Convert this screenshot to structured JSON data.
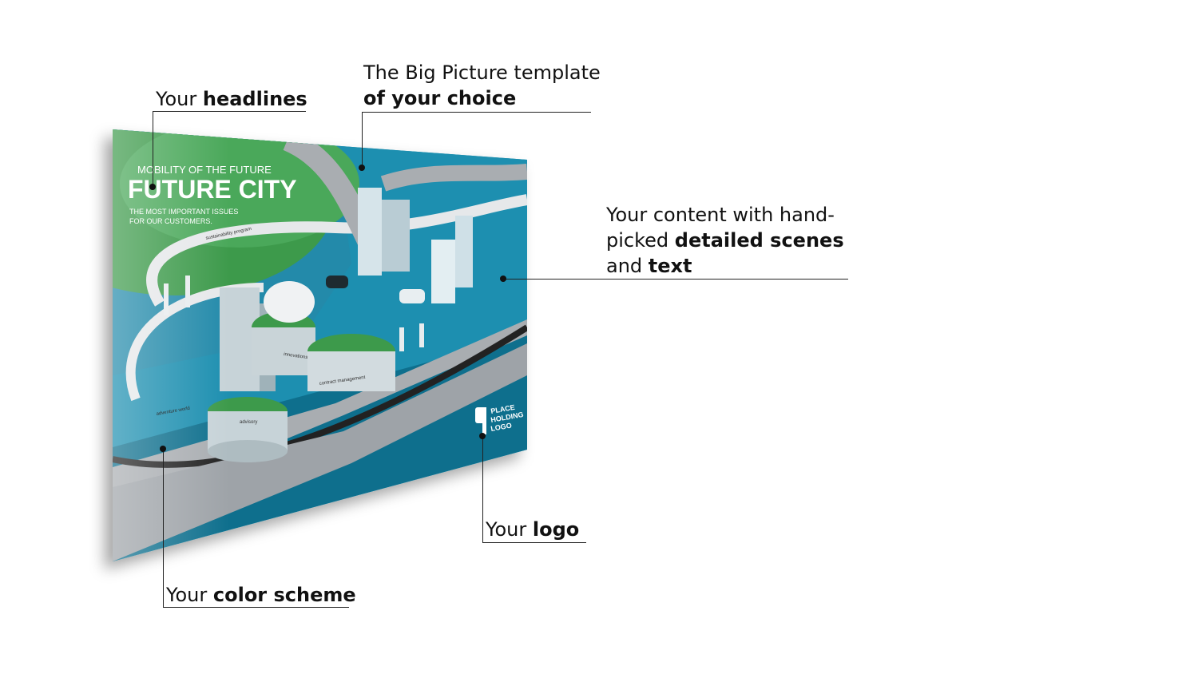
{
  "poster": {
    "kicker": "MOBILITY OF THE FUTURE",
    "title": "FUTURE CITY",
    "subtitle_line1": "THE MOST IMPORTANT ISSUES",
    "subtitle_line2": "FOR OUR CUSTOMERS.",
    "scene_labels": {
      "sustainability": "sustainability program",
      "adventure": "adventure world",
      "innovations": "innovations",
      "contract": "contract management",
      "advisory": "advisory"
    },
    "logo": {
      "line1": "PLACE",
      "line2": "HOLDING",
      "line3": "LOGO"
    },
    "colors": {
      "teal": "#1d8fb0",
      "dark_teal": "#0e6f8d",
      "green": "#3d9a4b",
      "road": "#a9adb1"
    }
  },
  "callouts": {
    "headlines": {
      "plain": "Your ",
      "bold": "headlines"
    },
    "template": {
      "line1": "The Big Picture template",
      "bold": "of your choice"
    },
    "content": {
      "line1": "Your content with hand-",
      "line2_plain": "picked ",
      "line2_bold": "detailed scenes",
      "line3_plain": "and ",
      "line3_bold": "text"
    },
    "logo": {
      "plain": "Your ",
      "bold": "logo"
    },
    "color": {
      "plain": "Your ",
      "bold": "color scheme"
    }
  }
}
